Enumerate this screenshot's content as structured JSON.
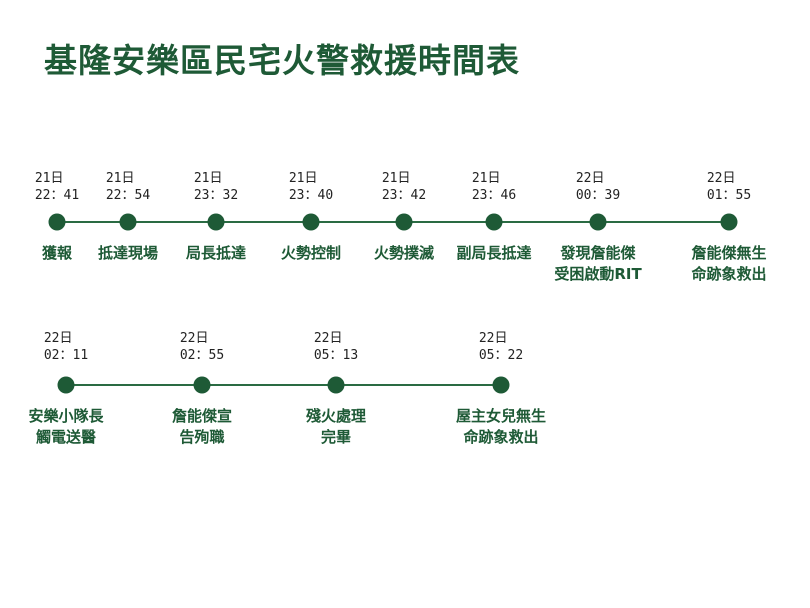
{
  "title": "基隆安樂區民宅火警救援時間表",
  "colors": {
    "accent": "#1e5a36",
    "line": "#2a6b43",
    "text": "#222222"
  },
  "timeline_rows": [
    {
      "events": [
        {
          "date": "21日",
          "time": "22：41",
          "label": [
            "獲報"
          ]
        },
        {
          "date": "21日",
          "time": "22：54",
          "label": [
            "抵達現場"
          ]
        },
        {
          "date": "21日",
          "time": "23：32",
          "label": [
            "局長抵達"
          ]
        },
        {
          "date": "21日",
          "time": "23：40",
          "label": [
            "火勢控制"
          ]
        },
        {
          "date": "21日",
          "time": "23：42",
          "label": [
            "火勢撲滅"
          ]
        },
        {
          "date": "21日",
          "time": "23：46",
          "label": [
            "副局長抵達"
          ]
        },
        {
          "date": "22日",
          "time": "00：39",
          "label": [
            "發現詹能傑",
            "受困啟動RIT"
          ]
        },
        {
          "date": "22日",
          "time": "01：55",
          "label": [
            "詹能傑無生",
            "命跡象救出"
          ]
        }
      ]
    },
    {
      "events": [
        {
          "date": "22日",
          "time": "02：11",
          "label": [
            "安樂小隊長",
            "觸電送醫"
          ]
        },
        {
          "date": "22日",
          "time": "02：55",
          "label": [
            "詹能傑宣",
            "告殉職"
          ]
        },
        {
          "date": "22日",
          "time": "05：13",
          "label": [
            "殘火處理",
            "完畢"
          ]
        },
        {
          "date": "22日",
          "time": "05：22",
          "label": [
            "屋主女兒無生",
            "命跡象救出"
          ]
        }
      ]
    }
  ]
}
